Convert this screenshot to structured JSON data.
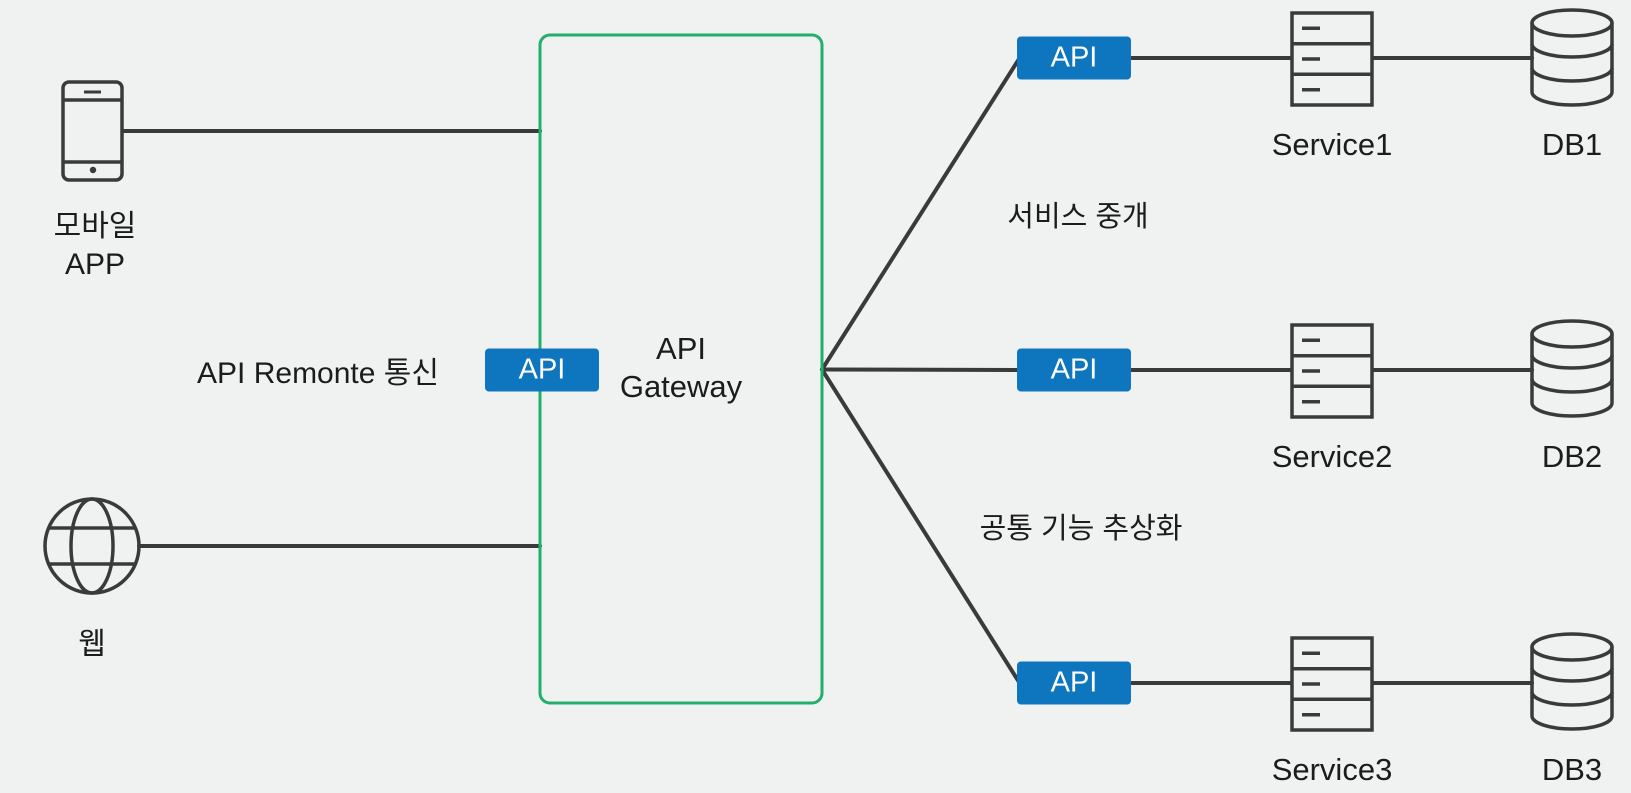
{
  "colors": {
    "background": "#F0F1F1",
    "stroke": "#3A3A3A",
    "gateway_border": "#22AE6B",
    "badge_blue": "#0E76BE",
    "badge_text": "#FFFFFF",
    "label_text": "#1C1C1C"
  },
  "clients": {
    "mobile": {
      "label_line1": "모바일",
      "label_line2": "APP"
    },
    "web": {
      "label": "웹"
    }
  },
  "left_connector": {
    "label": "API Remonte 통신",
    "badge": "API"
  },
  "gateway": {
    "label_line1": "API",
    "label_line2": "Gateway"
  },
  "fanout": {
    "top_annotation": "서비스 중개",
    "bottom_annotation": "공통 기능 추상화"
  },
  "rows": [
    {
      "badge": "API",
      "service": "Service1",
      "db": "DB1"
    },
    {
      "badge": "API",
      "service": "Service2",
      "db": "DB2"
    },
    {
      "badge": "API",
      "service": "Service3",
      "db": "DB3"
    }
  ]
}
